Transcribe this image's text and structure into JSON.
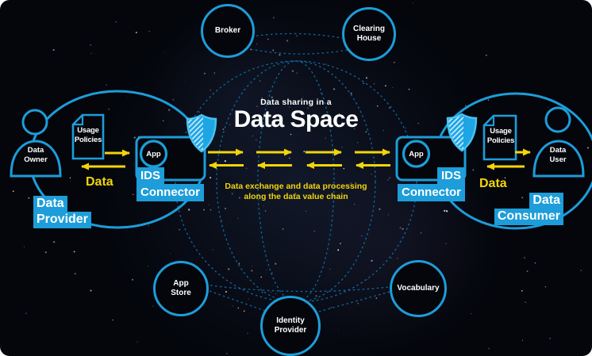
{
  "title": {
    "eyebrow": "Data sharing in a",
    "main": "Data Space"
  },
  "caption": {
    "line1": "Data exchange and data processing",
    "line2": "along the data value chain"
  },
  "colors": {
    "accent_blue": "#1d9dd9",
    "dash_blue": "#0e6fa9",
    "accent_yellow": "#f2d50a",
    "background": "#04060c",
    "text_white": "#ffffff"
  },
  "service_circles": {
    "broker": {
      "label": "Broker"
    },
    "clearing_house": {
      "line1": "Clearing",
      "line2": "House"
    },
    "app_store": {
      "line1": "App",
      "line2": "Store"
    },
    "identity_provider": {
      "line1": "Identity",
      "line2": "Provider"
    },
    "vocabulary": {
      "label": "Vocabulary"
    }
  },
  "left_cluster": {
    "actor": {
      "line1": "Data",
      "line2": "Owner"
    },
    "document": {
      "line1": "Usage",
      "line2": "Policies"
    },
    "flow_label": "Data",
    "role": {
      "line1": "Data",
      "line2": "Provider"
    },
    "connector": {
      "app": "App",
      "ids": "IDS",
      "name": "Connector"
    }
  },
  "right_cluster": {
    "actor": {
      "line1": "Data",
      "line2": "User"
    },
    "document": {
      "line1": "Usage",
      "line2": "Policies"
    },
    "flow_label": "Data",
    "role": {
      "line1": "Data",
      "line2": "Consumer"
    },
    "connector": {
      "app": "App",
      "ids": "IDS",
      "name": "Connector"
    }
  },
  "icons": [
    "person-icon",
    "document-icon",
    "shield-icon",
    "app-circle-icon",
    "globe-grid",
    "data-flow-arrows",
    "star-field"
  ]
}
